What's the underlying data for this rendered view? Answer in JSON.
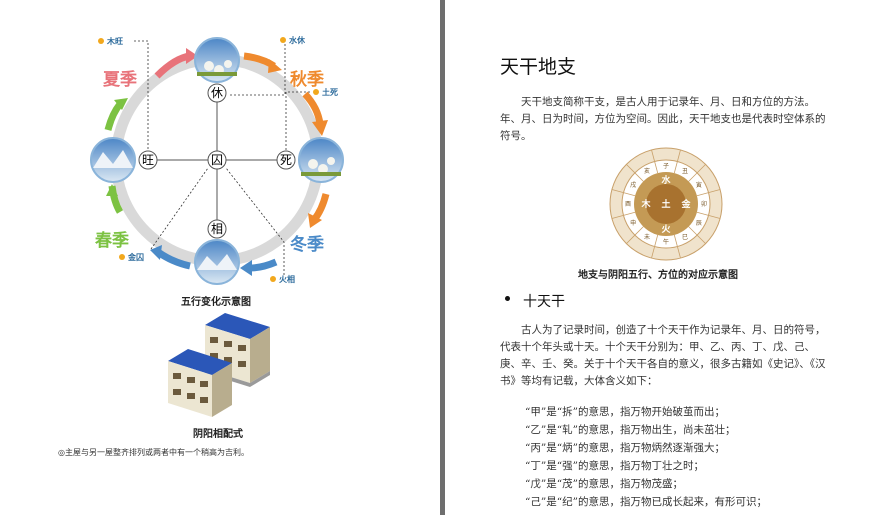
{
  "left": {
    "seasons": {
      "summer": "夏季",
      "autumn": "秋季",
      "spring": "春季",
      "winter": "冬季"
    },
    "states": {
      "top": "休",
      "left": "旺",
      "center": "囚",
      "right": "死",
      "bottom": "相"
    },
    "tags": {
      "wood_wang": "木旺",
      "water_xiu": "水休",
      "earth_si": "土死",
      "metal_qiu": "金囚",
      "fire_xiang": "火相"
    },
    "wheel_caption": "五行变化示意图",
    "house_caption": "阴阳相配式",
    "note": "◎主屋与另一屋整齐排列或两者中有一个稍高为吉利。"
  },
  "right": {
    "title": "天干地支",
    "intro": "天干地支简称干支，是古人用于记录年、月、日和方位的方法。年、月、日为时间，方位为空间。因此，天干地支也是代表时空体系的符号。",
    "diagram_caption": "地支与阴阳五行、方位的对应示意图",
    "section_heading": "十天干",
    "section_para": "古人为了记录时间，创造了十个天干作为记录年、月、日的符号，代表十个年头或十天。十个天干分别为：甲、乙、丙、丁、戊、己、庚、辛、壬、癸。关于十个天干各自的意义，很多古籍如《史记》、《汉书》等均有记载，大体含义如下：",
    "stems": [
      "“甲”是“拆”的意思，指万物开始破茧而出；",
      "“乙”是“轧”的意思，指万物出生，尚未茁壮；",
      "“丙”是“炳”的意思，指万物炳然逐渐强大；",
      "“丁”是“强”的意思，指万物丁壮之时；",
      "“戊”是“茂”的意思，指万物茂盛；",
      "“己”是“纪”的意思，指万物已成长起来，有形可识；"
    ],
    "center_chars": [
      "水",
      "火",
      "木",
      "金",
      "土"
    ],
    "ring_chars": [
      "子",
      "丑",
      "寅",
      "卯",
      "辰",
      "巳",
      "午",
      "未",
      "申",
      "酉",
      "戌",
      "亥"
    ]
  },
  "colors": {
    "summer": "#e8737a",
    "autumn": "#ef8a2e",
    "spring": "#7cc242",
    "winter": "#4a8ac8",
    "ring": "#d9d9d9",
    "dot": "#f2a81d",
    "tag": "#2d6b9c",
    "roof": "#2b57b8",
    "wall": "#ece6d2",
    "brown": "#a8722f"
  }
}
